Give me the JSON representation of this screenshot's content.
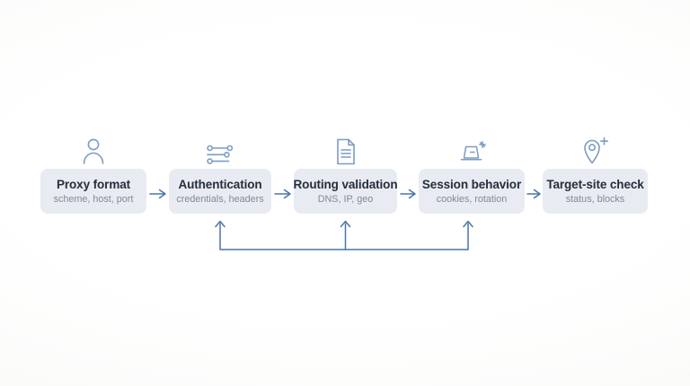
{
  "diagram": {
    "name": "proxy-check-pipeline",
    "colors": {
      "accent": "#4a74ab",
      "icon": "#7b9cc3",
      "card-bg": "#e8ebf1",
      "title": "#242e3c",
      "subtitle": "#7f8a99"
    },
    "stages": [
      {
        "title": "Proxy format",
        "subtitle": "scheme, host, port",
        "icon": "user-icon"
      },
      {
        "title": "Authentication",
        "subtitle": "credentials, headers",
        "icon": "sliders-icon"
      },
      {
        "title": "Routing validation",
        "subtitle": "DNS, IP, geo",
        "icon": "document-icon"
      },
      {
        "title": "Session behavior",
        "subtitle": "cookies, rotation",
        "icon": "session-window-sparkle-icon"
      },
      {
        "title": "Target-site check",
        "subtitle": "status, blocks",
        "icon": "location-pin-plus-icon"
      }
    ],
    "flow": {
      "direction": "left-to-right",
      "feedback_loop_targets": [
        "Authentication",
        "Routing validation",
        "Session behavior"
      ]
    }
  }
}
